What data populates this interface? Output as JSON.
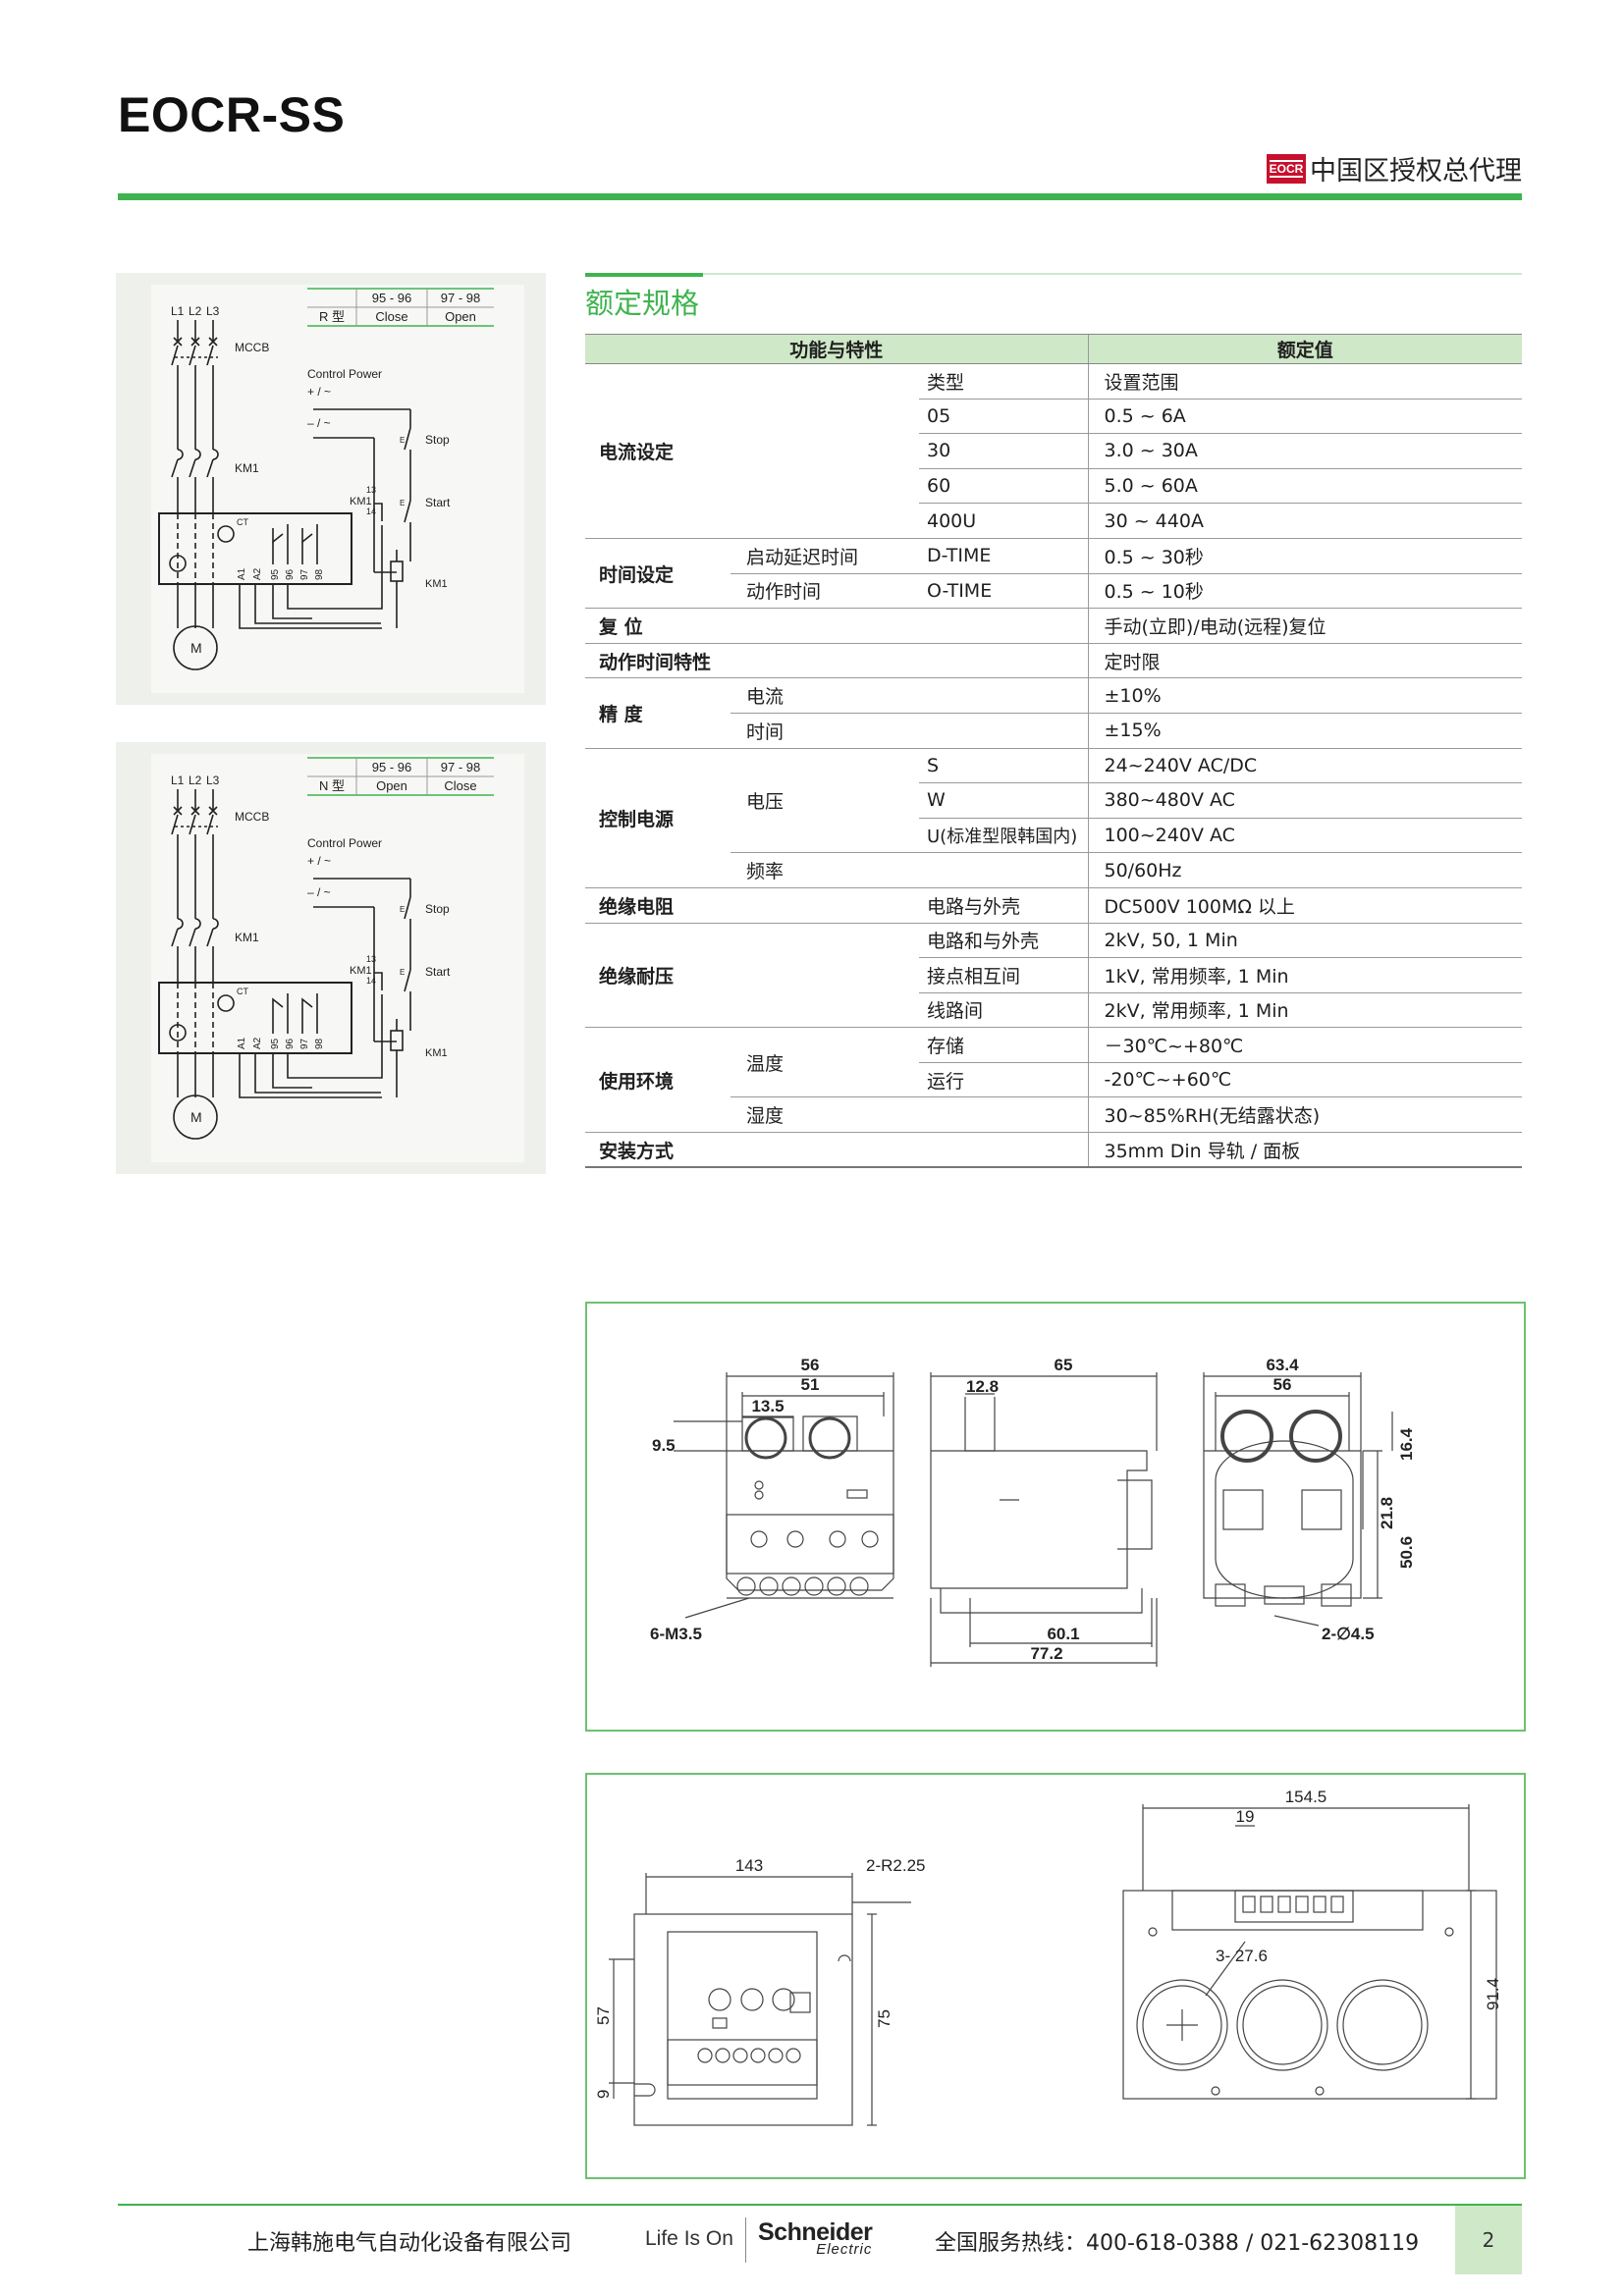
{
  "header": {
    "title": "EOCR-SS",
    "logo_text": "EOCR",
    "distributor": "中国区授权总代理"
  },
  "wiring_r": {
    "contact_table": {
      "type": "R 型",
      "c1": "95 - 96",
      "c2": "97 - 98",
      "s1": "Close",
      "s2": "Open"
    }
  },
  "wiring_n": {
    "contact_table": {
      "type": "N 型",
      "c1": "95 - 96",
      "c2": "97 - 98",
      "s1": "Open",
      "s2": "Close"
    }
  },
  "wiring_labels": {
    "l1": "L1",
    "l2": "L2",
    "l3": "L3",
    "mccb": "MCCB",
    "km1": "KM1",
    "ct": "CT",
    "motor": "M",
    "control_power": "Control Power",
    "plus": "+ / ~",
    "minus": "– / ~",
    "stop": "Stop",
    "start": "Start",
    "e": "E",
    "n13": "13",
    "n14": "14",
    "a1": "A1",
    "a2": "A2",
    "t95": "95",
    "t96": "96",
    "t97": "97",
    "t98": "98"
  },
  "spec": {
    "title": "额定规格",
    "head_feature": "功能与特性",
    "head_value": "额定值",
    "current_setting": "电流设定",
    "type_label": "类型",
    "range_label": "设置范围",
    "c05": "05",
    "c05v": "0.5 ~ 6A",
    "c30": "30",
    "c30v": "3.0 ~ 30A",
    "c60": "60",
    "c60v": "5.0 ~ 60A",
    "c400": "400U",
    "c400v": "30 ~ 440A",
    "time_setting": "时间设定",
    "start_delay": "启动延迟时间",
    "dtime": "D-TIME",
    "dtime_v": "0.5 ~ 30秒",
    "action_time": "动作时间",
    "otime": "O-TIME",
    "otime_v": "0.5 ~ 10秒",
    "reset": "复 位",
    "reset_v": "手动(立即)/电动(远程)复位",
    "action_char": "动作时间特性",
    "action_char_v": "定时限",
    "accuracy": "精 度",
    "acc_current": "电流",
    "acc_current_v": "±10%",
    "acc_time": "时间",
    "acc_time_v": "±15%",
    "ctrl_power": "控制电源",
    "voltage": "电压",
    "vs": "S",
    "vs_v": "24~240V AC/DC",
    "vw": "W",
    "vw_v": "380~480V AC",
    "vu": "U(标准型限韩国内)",
    "vu_v": "100~240V AC",
    "freq": "频率",
    "freq_v": "50/60Hz",
    "insul_res": "绝缘电阻",
    "insul_res_sub": "电路与外壳",
    "insul_res_v": "DC500V 100MΩ 以上",
    "withstand": "绝缘耐压",
    "w1": "电路和与外壳",
    "w1v": "2kV, 50, 1 Min",
    "w2": "接点相互间",
    "w2v": "1kV, 常用频率, 1 Min",
    "w3": "线路间",
    "w3v": "2kV, 常用频率, 1 Min",
    "env": "使用环境",
    "temp": "温度",
    "storage": "存储",
    "storage_v": "－30℃~+80℃",
    "running": "运行",
    "running_v": "-20℃~+60℃",
    "humidity": "湿度",
    "humidity_v": "30~85%RH(无结露状态)",
    "mount": "安装方式",
    "mount_v": "35mm Din 导轨 / 面板"
  },
  "dims1": {
    "d56": "56",
    "d51": "51",
    "d13_5": "13.5",
    "d9_5": "9.5",
    "m35": "6-M3.5",
    "d65": "65",
    "d12_8": "12.8",
    "d60_1": "60.1",
    "d77_2": "77.2",
    "d63_4": "63.4",
    "d56b": "56",
    "d16_4": "16.4",
    "d21_8": "21.8",
    "d50_6": "50.6",
    "hole": "2-∅4.5"
  },
  "dims2": {
    "d143": "143",
    "r225": "2-R2.25",
    "d57": "57",
    "d9": "9",
    "d75": "75",
    "d154_5": "154.5",
    "d19": "19",
    "d27_6": "3- 27.6",
    "d91_4": "91.4"
  },
  "footer": {
    "company": "上海韩施电气自动化设备有限公司",
    "lifeison": "Life Is On",
    "brand1": "Schneider",
    "brand2": "Electric",
    "hotline": "全国服务热线：400-618-0388 / 021-62308119",
    "page": "2"
  },
  "colors": {
    "accent": "#3fb34f",
    "header_fill": "#cfe8c8",
    "logo_red": "#c8102e"
  }
}
